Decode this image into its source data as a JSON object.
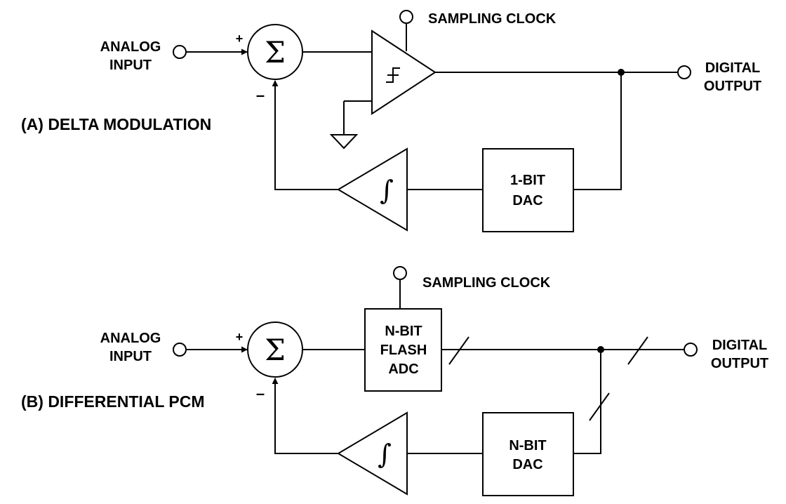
{
  "diagram_a": {
    "title": "(A) DELTA MODULATION",
    "input_label": [
      "ANALOG",
      "INPUT"
    ],
    "output_label": [
      "DIGITAL",
      "OUTPUT"
    ],
    "clock_label": "SAMPLING CLOCK",
    "summer_symbol": "Σ",
    "plus_sign": "+",
    "minus_sign": "–",
    "integrator_symbol": "∫",
    "dac_label": [
      "1-BIT",
      "DAC"
    ]
  },
  "diagram_b": {
    "title": "(B) DIFFERENTIAL PCM",
    "input_label": [
      "ANALOG",
      "INPUT"
    ],
    "output_label": [
      "DIGITAL",
      "OUTPUT"
    ],
    "clock_label": "SAMPLING CLOCK",
    "summer_symbol": "Σ",
    "plus_sign": "+",
    "minus_sign": "–",
    "integrator_symbol": "∫",
    "adc_label": [
      "N-BIT",
      "FLASH",
      "ADC"
    ],
    "dac_label": [
      "N-BIT",
      "DAC"
    ]
  }
}
